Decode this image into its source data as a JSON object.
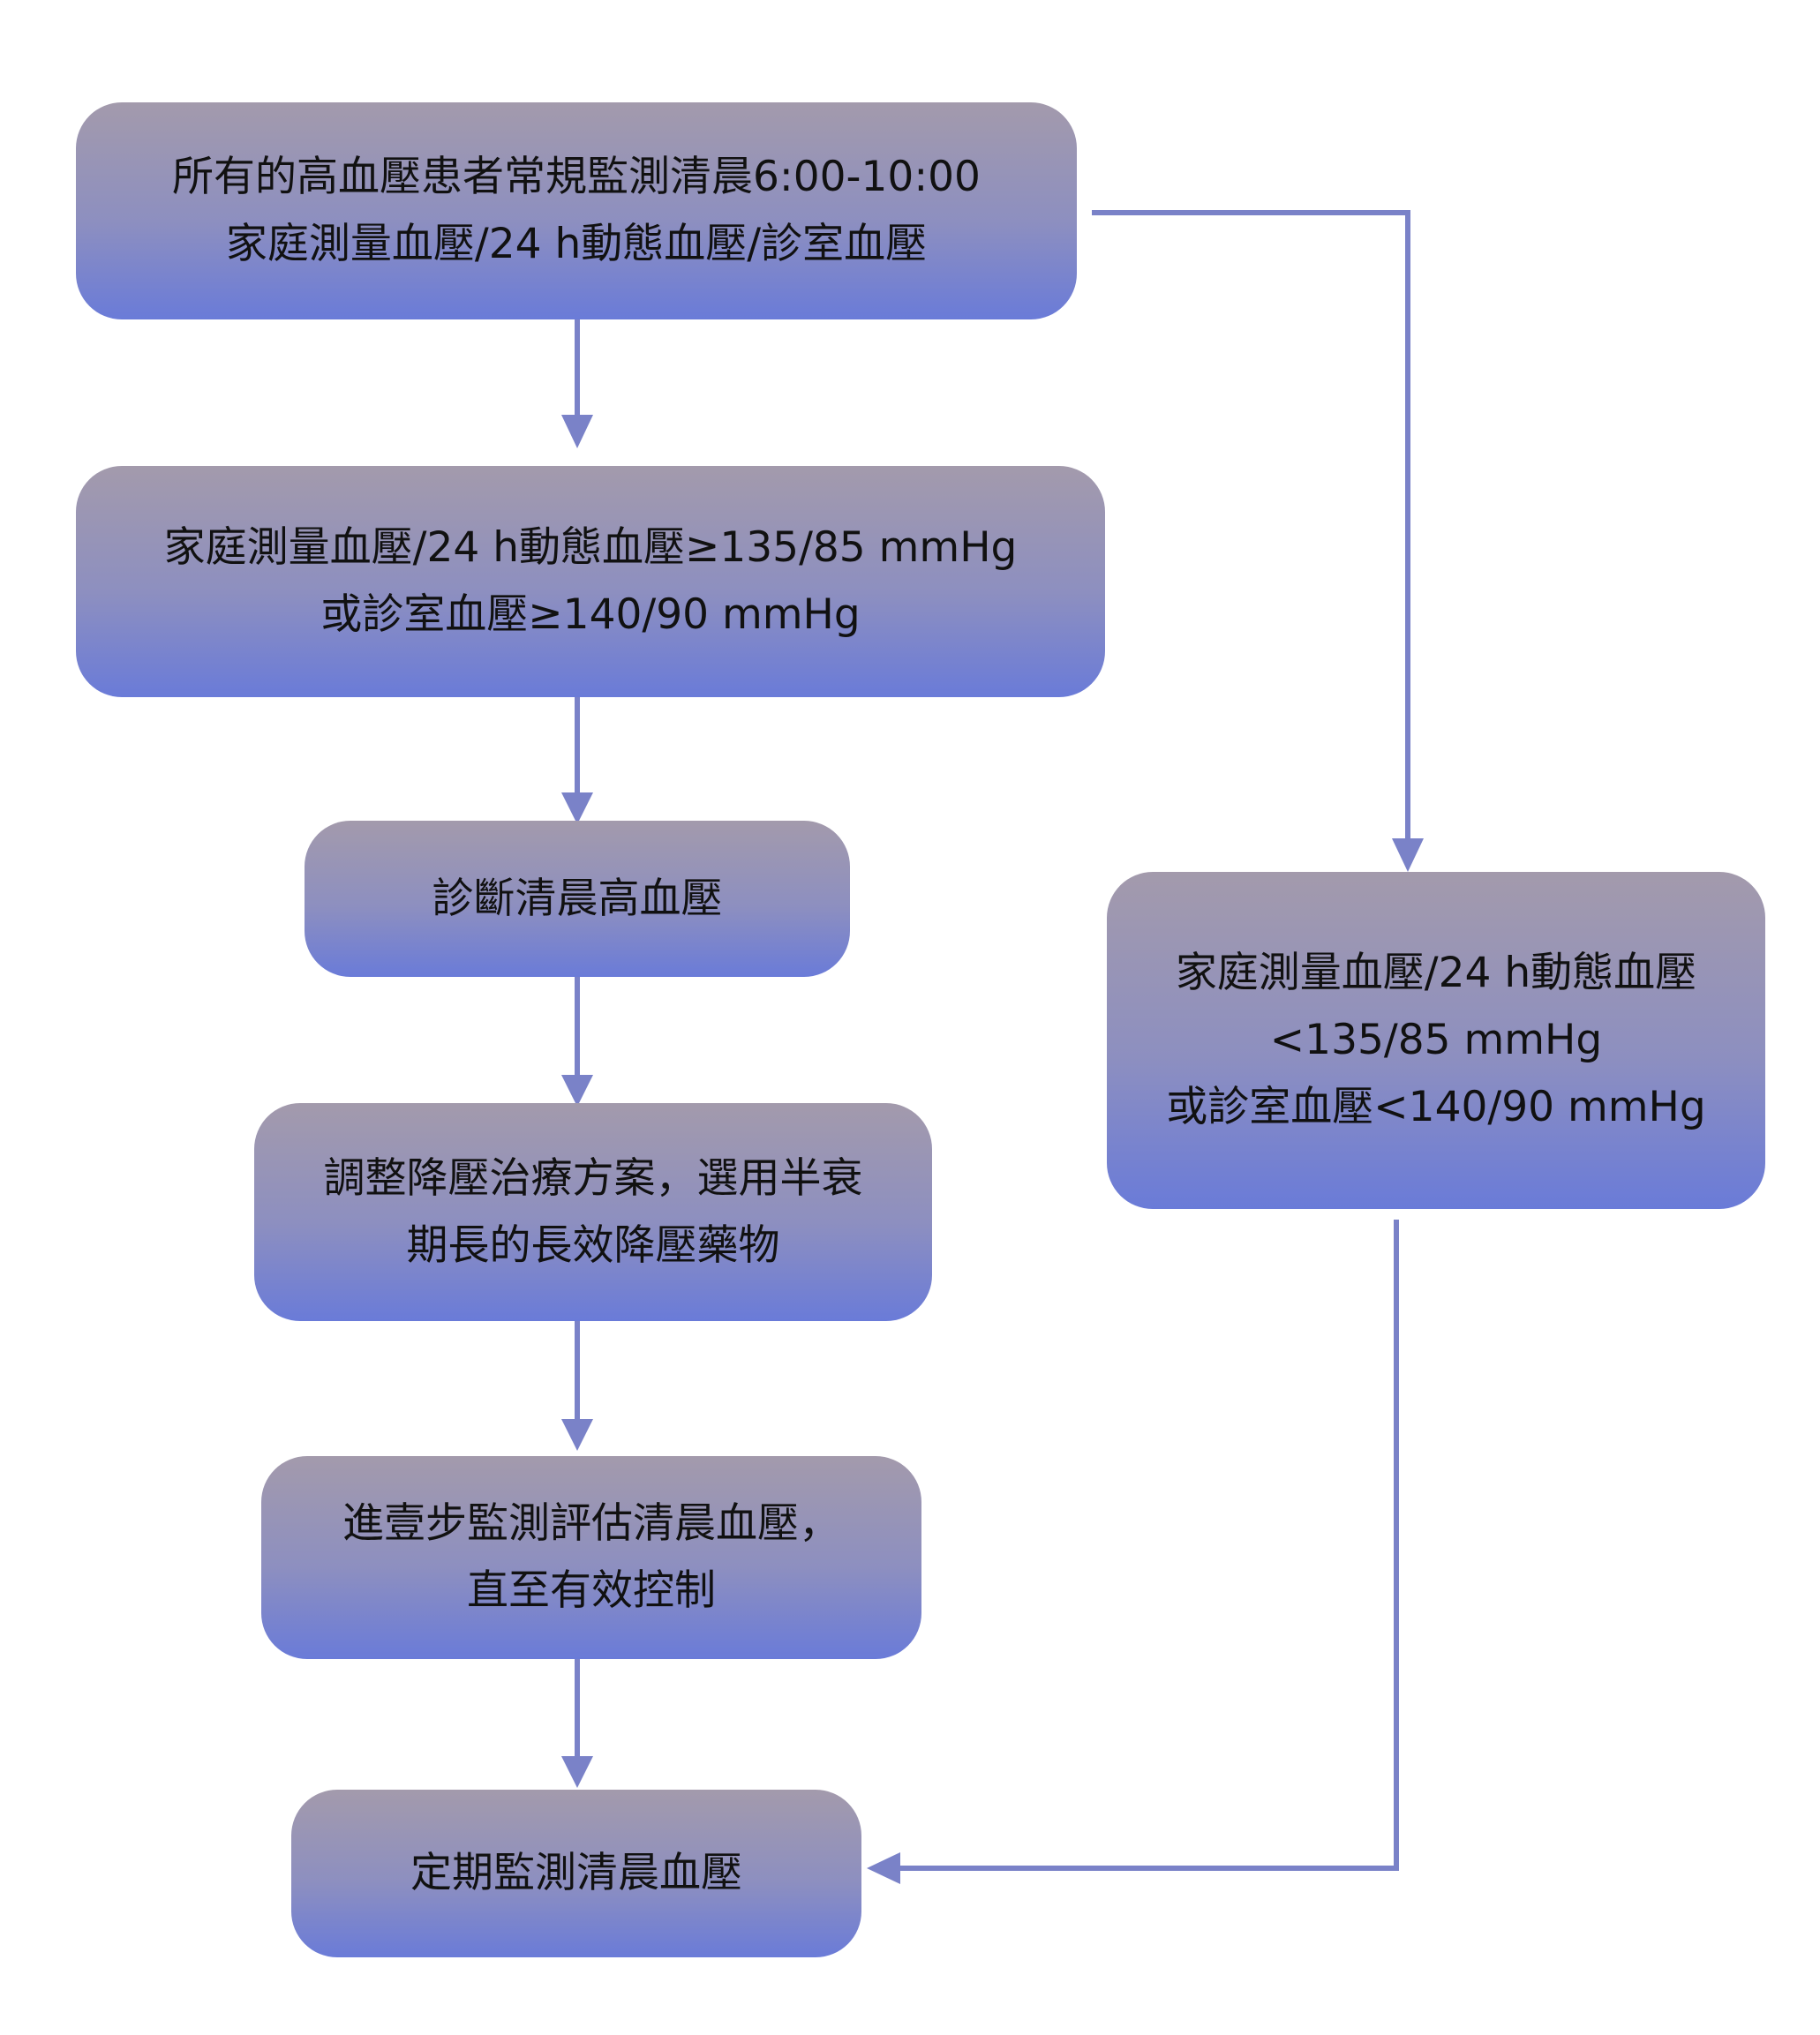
{
  "nodes": {
    "start": [
      "所有的高血壓患者常規監測清晨6:00-10:00",
      "家庭測量血壓/24 h動態血壓/診室血壓"
    ],
    "high": [
      "家庭測量血壓/24 h動態血壓≥135/85 mmHg",
      "或診室血壓≥140/90 mmHg"
    ],
    "diagnose": [
      "診斷清晨高血壓"
    ],
    "adjust": [
      "調整降壓治療方案，選用半衰",
      "期長的長效降壓藥物"
    ],
    "evaluate": [
      "進壹步監測評估清晨血壓，",
      "直至有效控制"
    ],
    "regular": [
      "定期監測清晨血壓"
    ],
    "normal": [
      "家庭測量血壓/24 h動態血壓",
      "<135/85 mmHg",
      "或診室血壓<140/90 mmHg"
    ]
  },
  "colors": {
    "arrow": "#7a82c8",
    "box_top": "#a39aac",
    "box_bottom": "#6a7bd8"
  }
}
